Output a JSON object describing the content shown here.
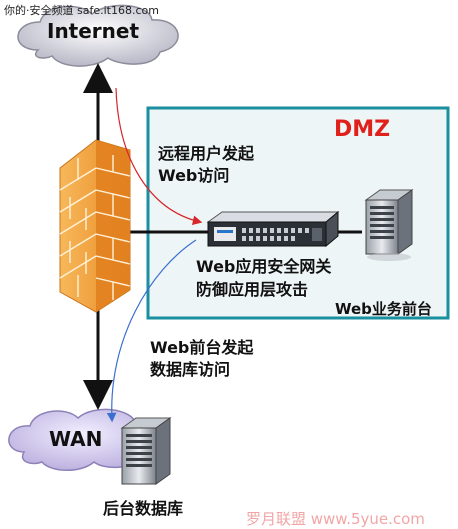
{
  "watermark_top": "你的·安全频道 safe.it168.com",
  "watermark_bottom": "罗月联盟 www.5yue.com",
  "internet_label": "Internet",
  "wan_label": "WAN",
  "dmz_label": "DMZ",
  "remote_request_line1": "远程用户发起",
  "remote_request_line2": "Web访问",
  "gateway_line1": "Web应用安全网关",
  "gateway_line2": "防御应用层攻击",
  "web_frontend_label": "Web业务前台",
  "db_request_line1": "Web前台发起",
  "db_request_line2": "数据库访问",
  "database_label": "后台数据库",
  "colors": {
    "dmz_border": "#1a8fa0",
    "dmz_fill": "#eef5f6",
    "dmz_text": "#e0201b",
    "red_arrow": "#d6262a",
    "blue_arrow": "#3a6fd0",
    "firewall": "#f4a23a",
    "cloud": "#c9c9d6",
    "wan_cloud": "#cfc6e8"
  }
}
